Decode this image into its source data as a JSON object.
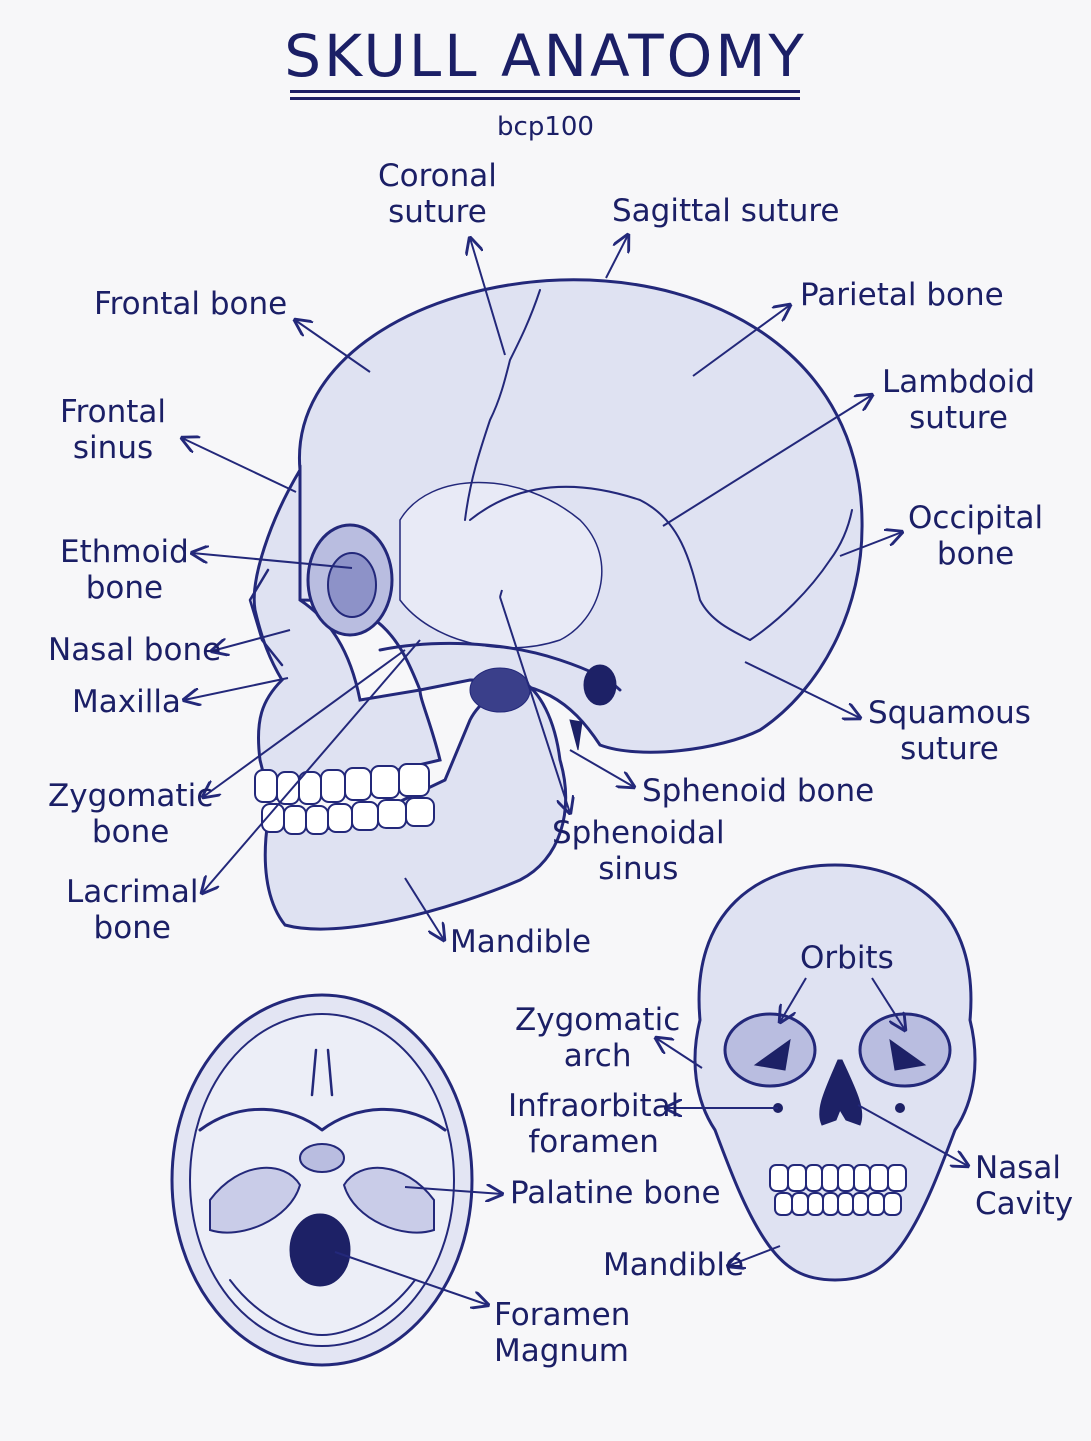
{
  "title": "SKULL ANATOMY",
  "subtitle": "bcp100",
  "lateral_labels": {
    "coronal_suture": "Coronal\nsuture",
    "sagittal_suture": "Sagittal suture",
    "frontal_bone": "Frontal bone",
    "parietal_bone": "Parietal bone",
    "frontal_sinus": "Frontal\nsinus",
    "lambdoid_suture": "Lambdoid\nsuture",
    "ethmoid_bone": "Ethmoid\nbone",
    "occipital_bone": "Occipital\nbone",
    "nasal_bone": "Nasal bone",
    "maxilla": "Maxilla",
    "squamous_suture": "Squamous\nsuture",
    "zygomatic_bone": "Zygomatic\nbone",
    "sphenoid_bone": "Sphenoid bone",
    "sphenoidal_sinus": "Sphenoidal\nsinus",
    "lacrimal_bone": "Lacrimal\nbone",
    "mandible": "Mandible"
  },
  "frontal_labels": {
    "orbits": "Orbits",
    "zygomatic_arch": "Zygomatic\narch",
    "infraorbital_foramen": "Infraorbital\nforamen",
    "nasal_cavity": "Nasal\nCavity",
    "mandible": "Mandible"
  },
  "base_labels": {
    "palatine_bone": "Palatine bone",
    "foramen_magnum": "Foramen\nMagnum"
  },
  "colors": {
    "ink": "#1b1f66",
    "paper": "#f7f7f9"
  }
}
